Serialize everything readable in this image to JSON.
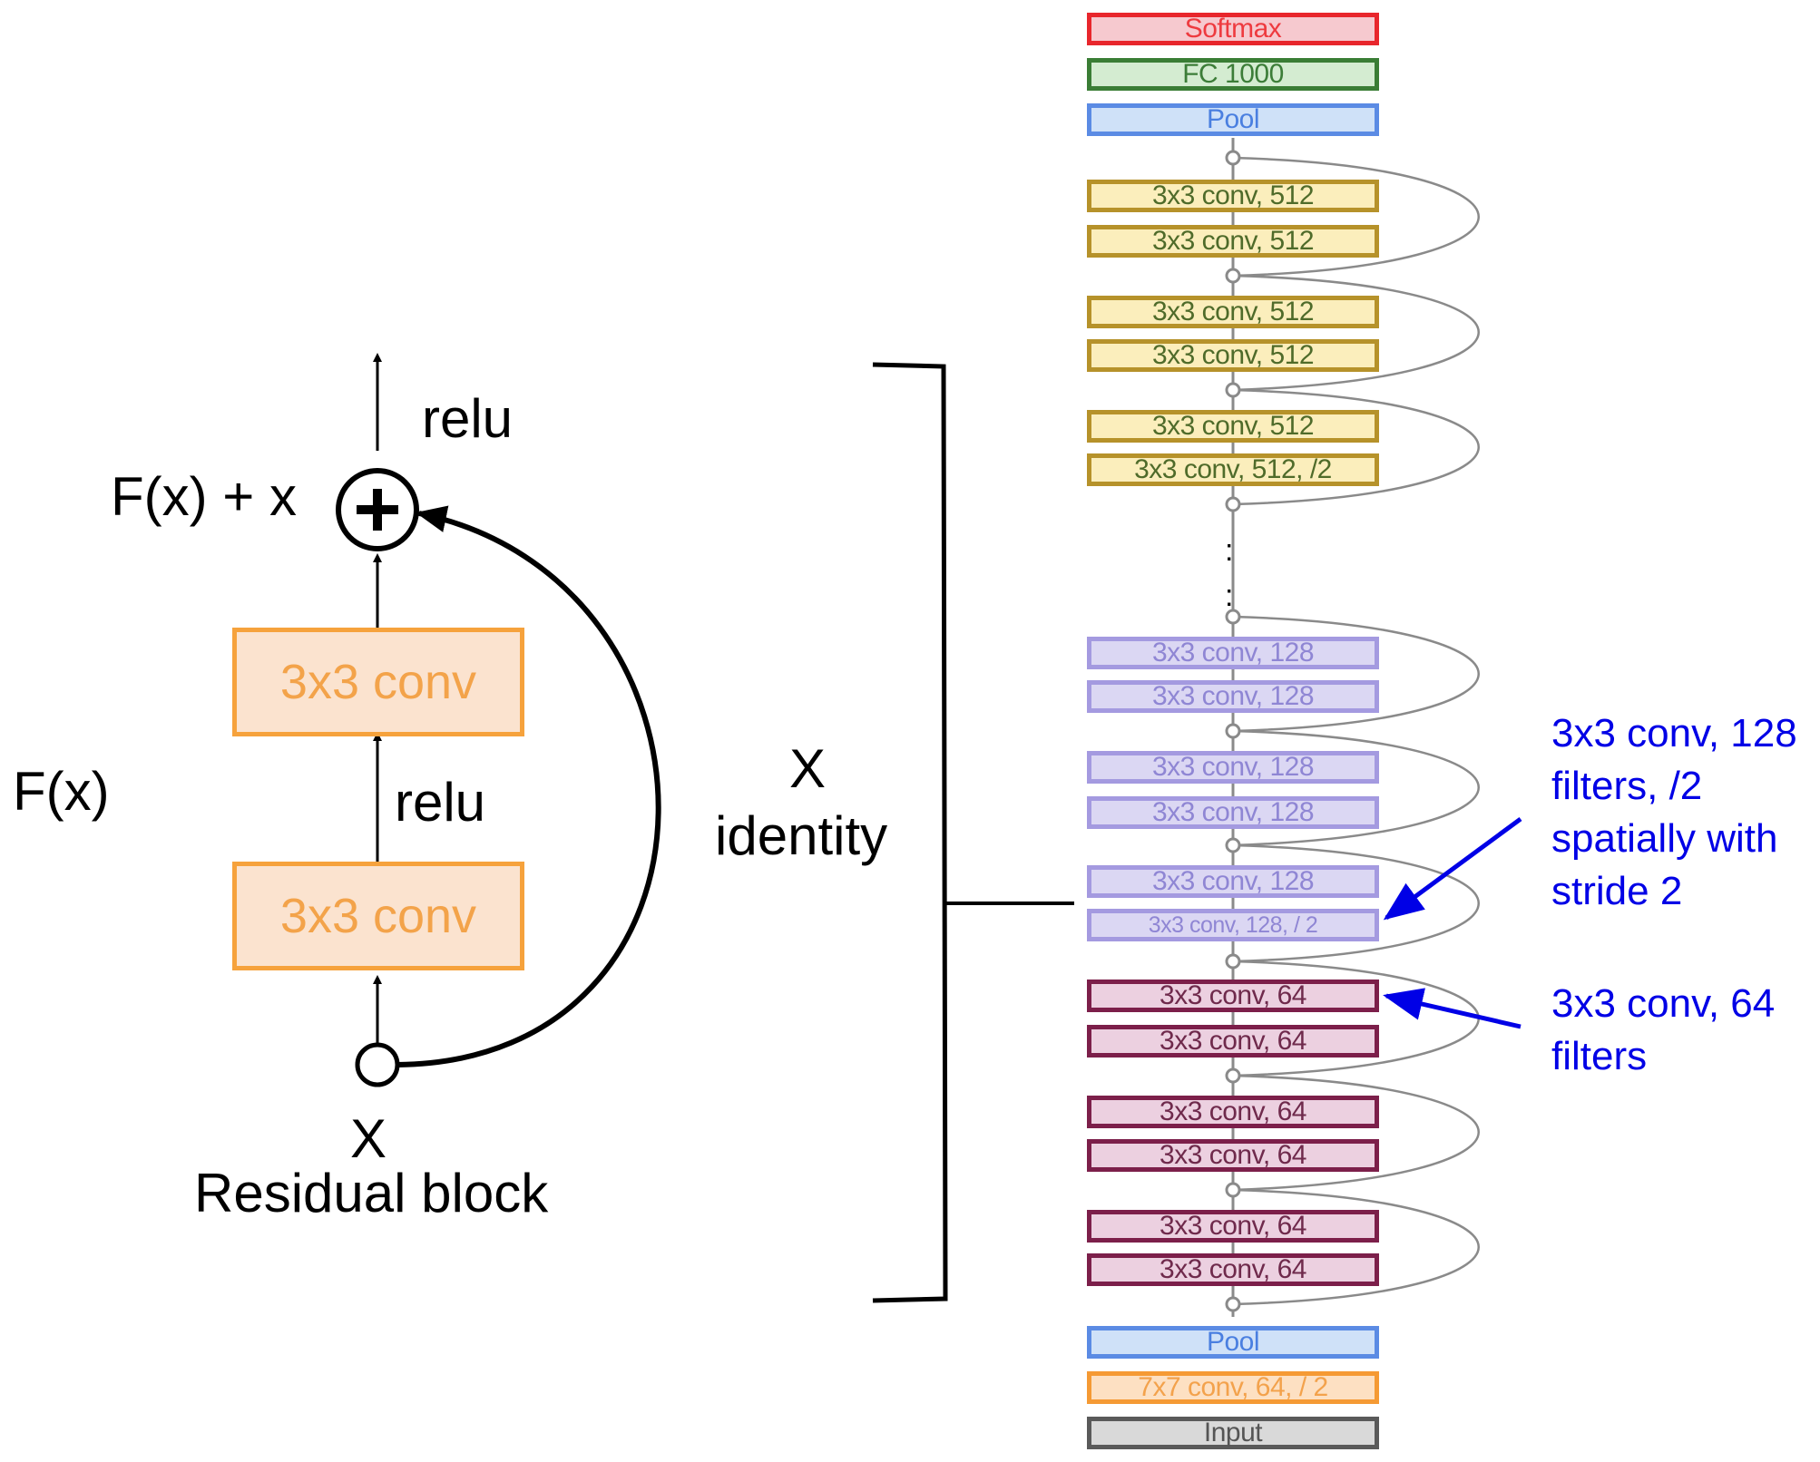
{
  "residual_block": {
    "output_relu": "relu",
    "sum_label": "F(x) + x",
    "fx_label": "F(x)",
    "conv_top": "3x3 conv",
    "middle_relu": "relu",
    "conv_bottom": "3x3 conv",
    "input_label": "X",
    "caption": "Residual block",
    "skip_label_x": "X",
    "skip_label_identity": "identity"
  },
  "network_stack": [
    {
      "label": "Softmax",
      "kind": "softmax"
    },
    {
      "label": "FC 1000",
      "kind": "fc"
    },
    {
      "label": "Pool",
      "kind": "pool"
    },
    {
      "label": "3x3 conv, 512",
      "kind": "c512"
    },
    {
      "label": "3x3 conv, 512",
      "kind": "c512"
    },
    {
      "label": "3x3 conv, 512",
      "kind": "c512"
    },
    {
      "label": "3x3 conv, 512",
      "kind": "c512"
    },
    {
      "label": "3x3 conv, 512",
      "kind": "c512"
    },
    {
      "label": "3x3 conv, 512, /2",
      "kind": "c512"
    },
    {
      "label": "3x3 conv, 128",
      "kind": "c128"
    },
    {
      "label": "3x3 conv, 128",
      "kind": "c128"
    },
    {
      "label": "3x3 conv, 128",
      "kind": "c128"
    },
    {
      "label": "3x3 conv, 128",
      "kind": "c128"
    },
    {
      "label": "3x3 conv, 128",
      "kind": "c128"
    },
    {
      "label": "3x3 conv, 128, / 2",
      "kind": "c128"
    },
    {
      "label": "3x3 conv, 64",
      "kind": "c64"
    },
    {
      "label": "3x3 conv, 64",
      "kind": "c64"
    },
    {
      "label": "3x3 conv, 64",
      "kind": "c64"
    },
    {
      "label": "3x3 conv, 64",
      "kind": "c64"
    },
    {
      "label": "3x3 conv, 64",
      "kind": "c64"
    },
    {
      "label": "3x3 conv, 64",
      "kind": "c64"
    },
    {
      "label": "Pool",
      "kind": "pool"
    },
    {
      "label": "7x7 conv, 64, / 2",
      "kind": "c7x7"
    },
    {
      "label": "Input",
      "kind": "input"
    }
  ],
  "ellipsis": ":",
  "annotations": {
    "stride_note": [
      "3x3 conv, 128",
      "filters, /2",
      "spatially with",
      "stride 2"
    ],
    "filters_note": [
      "3x3 conv, 64",
      "filters"
    ]
  },
  "colors": {
    "annotation_blue": "#0000e6",
    "conv_orange": "#f6a23c",
    "skip_gray": "#8a8a8a"
  }
}
